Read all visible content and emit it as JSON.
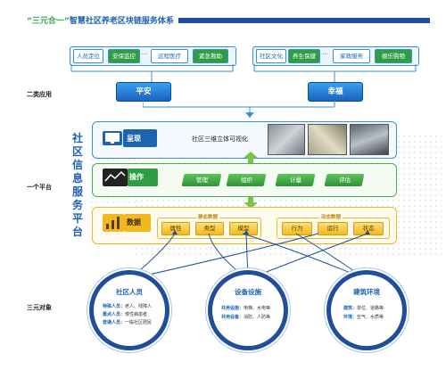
{
  "header": {
    "quote": "“三元合一”",
    "title": "智慧社区养老区块链服务体系"
  },
  "row_labels": {
    "apps": "二类应用",
    "platform": "一个平台",
    "objects": "三元对象"
  },
  "left_group": {
    "items": [
      "人员定位",
      "安保监控",
      "远程医疗",
      "紧急救助"
    ],
    "ellipsis": "…",
    "button": "平安"
  },
  "right_group": {
    "items": [
      "社区文化",
      "养生保健",
      "家政服务",
      "娱乐购物"
    ],
    "ellipsis": "…",
    "button": "幸福"
  },
  "platform_vertical": "社区信息服务平台",
  "present": {
    "label": "呈现",
    "desc": "社区三维立体可视化"
  },
  "operate": {
    "label": "操作",
    "items": [
      "管理",
      "组织",
      "计量",
      "评估"
    ]
  },
  "data_layer": {
    "label": "数据",
    "static_label": "静态数据",
    "static_items": [
      "属性",
      "类型",
      "模型"
    ],
    "dynamic_label": "动态数据",
    "dynamic_items": [
      "行为",
      "运行",
      "状态"
    ]
  },
  "objects": [
    {
      "title": "社区人员",
      "lines": [
        {
          "k": "特殊人员：",
          "v": "老人、残障人"
        },
        {
          "k": "重点人员：",
          "v": "慢性病患者"
        },
        {
          "k": "普通人员：",
          "v": "一般社区居民"
        }
      ]
    },
    {
      "title": "设备设施",
      "lines": [
        {
          "k": "共用设施：",
          "v": "电梯、水电等"
        },
        {
          "k": "共用设备：",
          "v": "消防、人防等"
        }
      ]
    },
    {
      "title": "建筑环境",
      "lines": [
        {
          "k": "建筑：",
          "v": "单位、道路等"
        },
        {
          "k": "环境：",
          "v": "空气、水质等"
        }
      ]
    }
  ],
  "colors": {
    "primary_blue": "#1e63b0",
    "green": "#2f9e43",
    "yellow": "#f3b81c",
    "navy": "#1f4e9a"
  }
}
